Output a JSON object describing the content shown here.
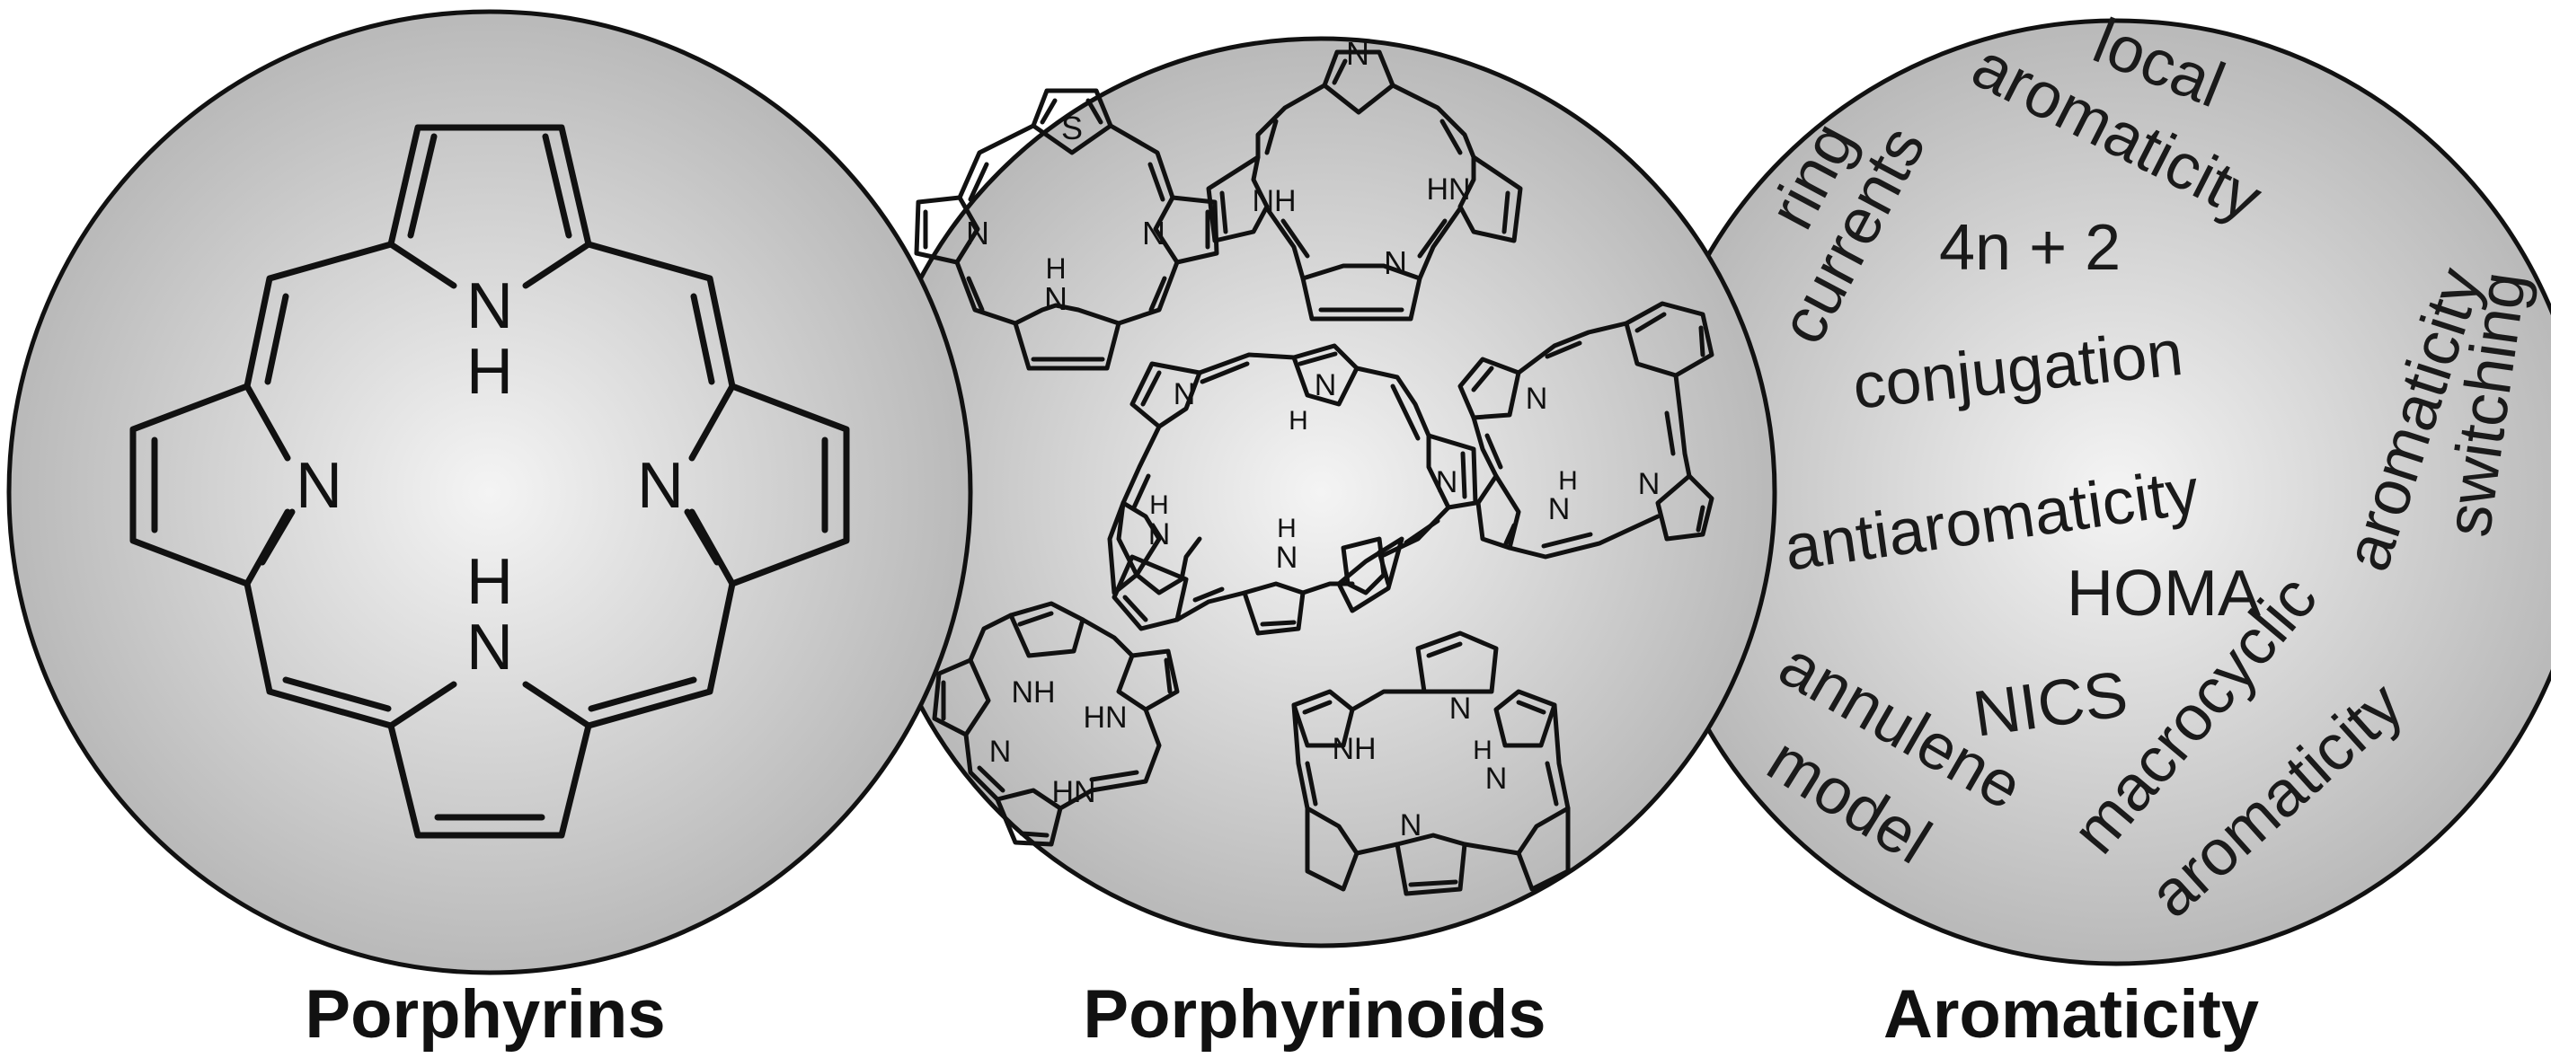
{
  "panels": [
    {
      "label": "Porphyrins"
    },
    {
      "label": "Porphyrinoids"
    },
    {
      "label": "Aromaticity"
    }
  ],
  "porphyrin_atoms": {
    "nh_top_n": "N",
    "nh_top_h": "H",
    "n_left": "N",
    "n_right": "N",
    "nh_bottom_h": "H",
    "nh_bottom_n": "N"
  },
  "porphyrinoid_atoms": {
    "s": "S",
    "n": "N",
    "h": "H",
    "nh": "NH",
    "hn": "HN"
  },
  "aromaticity_keywords": {
    "ring": "ring",
    "currents": "currents",
    "local": "local",
    "aromaticity_local": "aromaticity",
    "four_n_plus_two": "4n + 2",
    "conjugation": "conjugation",
    "antiaromaticity": "antiaromaticity",
    "homa": "HOMA",
    "nics": "NICS",
    "annulene": "annulene",
    "model": "model",
    "macrocyclic": "macrocyclic",
    "aromaticity_macro": "aromaticity",
    "aromaticity_switch": "aromaticity",
    "switching": "switching"
  },
  "colors": {
    "circle_center": "#f4f4f4",
    "circle_edge": "#b9b9b9",
    "stroke": "#111111"
  }
}
